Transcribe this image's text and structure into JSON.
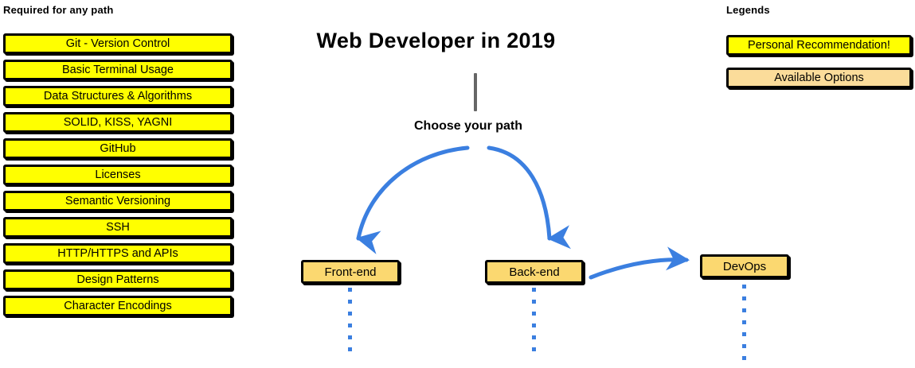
{
  "diagram": {
    "title": "Web Developer in 2019",
    "stem_label": "Choose your path"
  },
  "required_column": {
    "heading": "Required for any path",
    "items": [
      {
        "label": "Git - Version Control"
      },
      {
        "label": "Basic Terminal Usage"
      },
      {
        "label": "Data Structures & Algorithms"
      },
      {
        "label": "SOLID, KISS, YAGNI"
      },
      {
        "label": "GitHub"
      },
      {
        "label": "Licenses"
      },
      {
        "label": "Semantic Versioning"
      },
      {
        "label": "SSH"
      },
      {
        "label": "HTTP/HTTPS and APIs"
      },
      {
        "label": "Design Patterns"
      },
      {
        "label": "Character Encodings"
      }
    ]
  },
  "paths": [
    {
      "label": "Front-end",
      "dots": 6
    },
    {
      "label": "Back-end",
      "dots": 6
    },
    {
      "label": "DevOps",
      "dots": 7
    }
  ],
  "legends": {
    "heading": "Legends",
    "items": [
      {
        "label": "Personal Recommendation!",
        "color": "#ffff00"
      },
      {
        "label": "Available Options",
        "color": "#fbdc9a"
      }
    ]
  },
  "colors": {
    "recommendation_yellow": "#ffff00",
    "option_tan": "#fbd870",
    "arrow_blue": "#3b7fe0",
    "stem_gray": "#666666",
    "outline_black": "#000000",
    "background": "#ffffff"
  }
}
